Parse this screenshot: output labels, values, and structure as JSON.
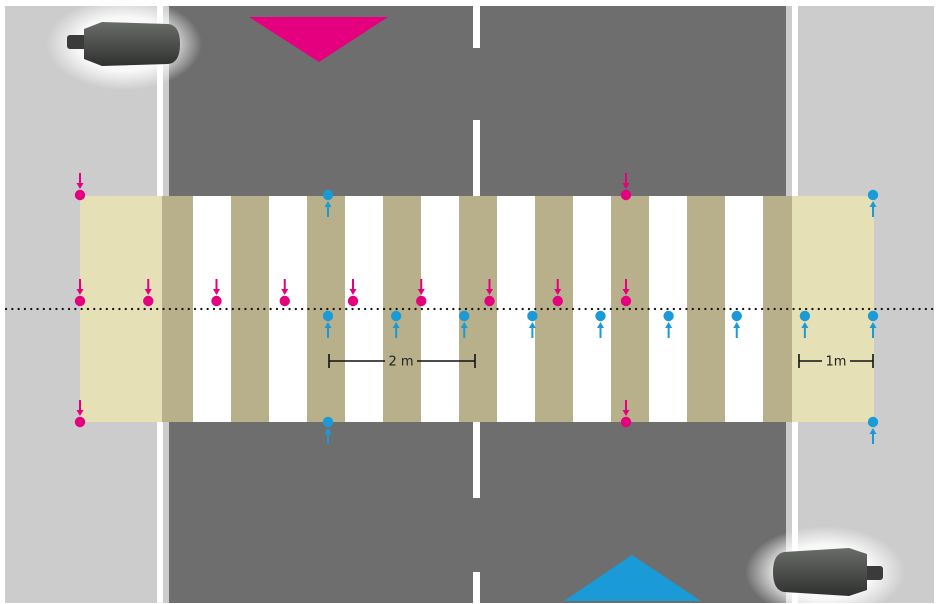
{
  "labels": {
    "dim_2m": "2 m",
    "dim_1m": "1m"
  },
  "colors": {
    "background": "#ffffff",
    "sidewalk": "#cccccc",
    "road": "#6e6e6e",
    "lane_marking": "#ffffff",
    "crossing_zone": "#e5e0b6",
    "stripe_dark": "#b7b08a",
    "stripe_light": "#ffffff",
    "magenta": "#e4007e",
    "blue": "#1a9bd7",
    "dotted_line": "#111111",
    "lamp_body": "#555755"
  },
  "icons": {
    "top_left_luminaire": "street-lamp-icon",
    "bottom_right_luminaire": "street-lamp-icon",
    "top_direction": "triangle-down-icon",
    "bottom_direction": "triangle-up-icon"
  },
  "grid": {
    "row_labels": [
      "top-edge",
      "centerline",
      "bottom-edge"
    ],
    "magenta_points": [
      {
        "col": 0,
        "row": "top-edge"
      },
      {
        "col": 0,
        "row": "centerline"
      },
      {
        "col": 0,
        "row": "bottom-edge"
      },
      {
        "col": 1,
        "row": "centerline"
      },
      {
        "col": 2,
        "row": "centerline"
      },
      {
        "col": 3,
        "row": "centerline"
      },
      {
        "col": 4,
        "row": "centerline"
      },
      {
        "col": 5,
        "row": "centerline"
      },
      {
        "col": 6,
        "row": "centerline"
      },
      {
        "col": 7,
        "row": "centerline"
      },
      {
        "col": 8,
        "row": "top-edge"
      },
      {
        "col": 8,
        "row": "centerline"
      },
      {
        "col": 8,
        "row": "bottom-edge"
      }
    ],
    "blue_points": [
      {
        "col": 0,
        "row": "top-edge"
      },
      {
        "col": 0,
        "row": "centerline"
      },
      {
        "col": 0,
        "row": "bottom-edge"
      },
      {
        "col": 1,
        "row": "centerline"
      },
      {
        "col": 2,
        "row": "centerline"
      },
      {
        "col": 3,
        "row": "centerline"
      },
      {
        "col": 4,
        "row": "centerline"
      },
      {
        "col": 5,
        "row": "centerline"
      },
      {
        "col": 6,
        "row": "centerline"
      },
      {
        "col": 7,
        "row": "centerline"
      },
      {
        "col": 8,
        "row": "top-edge"
      },
      {
        "col": 8,
        "row": "centerline"
      },
      {
        "col": 8,
        "row": "bottom-edge"
      }
    ]
  }
}
